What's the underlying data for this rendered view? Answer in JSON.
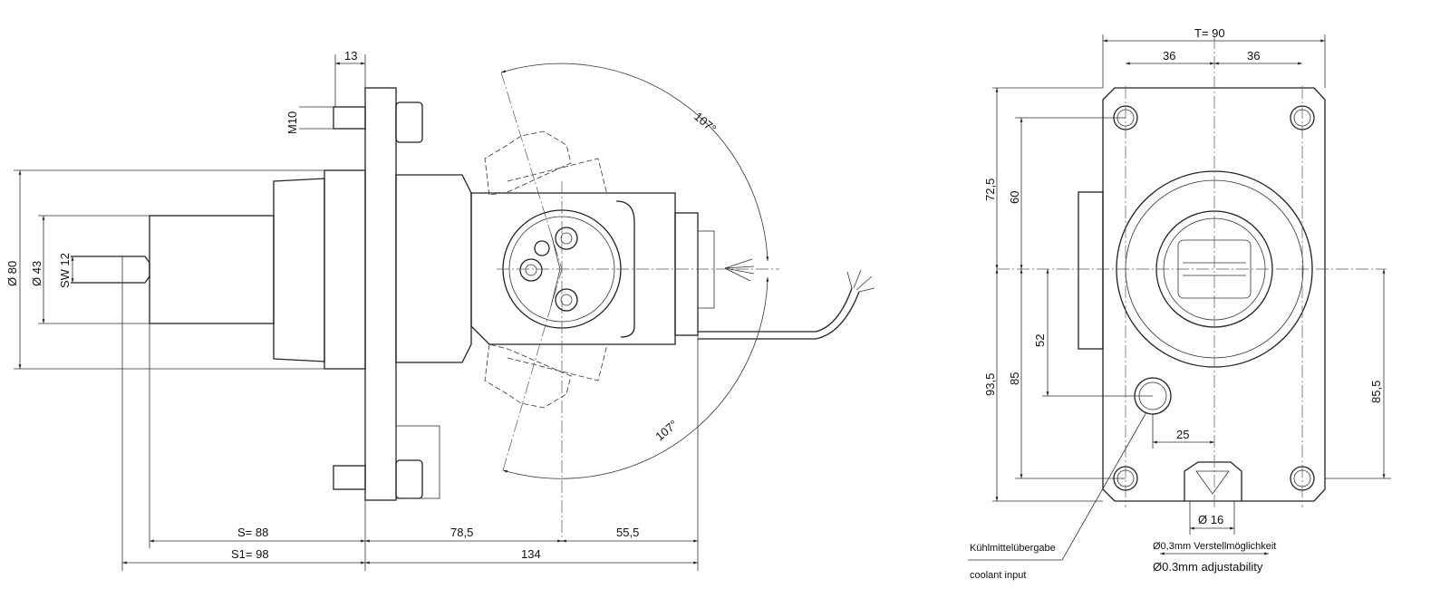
{
  "side_view": {
    "dim_13": "13",
    "dim_m10": "M10",
    "dim_d80": "Ø 80",
    "dim_d43": "Ø 43",
    "dim_sw12": "SW 12",
    "angle_top": "107°",
    "angle_bottom": "107°",
    "dim_s": "S= 88",
    "dim_s1": "S1= 98",
    "dim_78_5": "78,5",
    "dim_134": "134",
    "dim_55_5": "55,5"
  },
  "front_view": {
    "dim_t": "T= 90",
    "dim_36_left": "36",
    "dim_36_right": "36",
    "dim_72_5": "72,5",
    "dim_60": "60",
    "dim_93_5": "93,5",
    "dim_85": "85",
    "dim_52": "52",
    "dim_85_5": "85,5",
    "dim_25": "25",
    "dim_d16": "Ø 16",
    "coolant_de": "Kühlmittelübergabe",
    "coolant_en": "coolant input",
    "adjust_de": "Ø0,3mm Verstellmöglichkeit",
    "adjust_en": "Ø0.3mm adjustability"
  }
}
